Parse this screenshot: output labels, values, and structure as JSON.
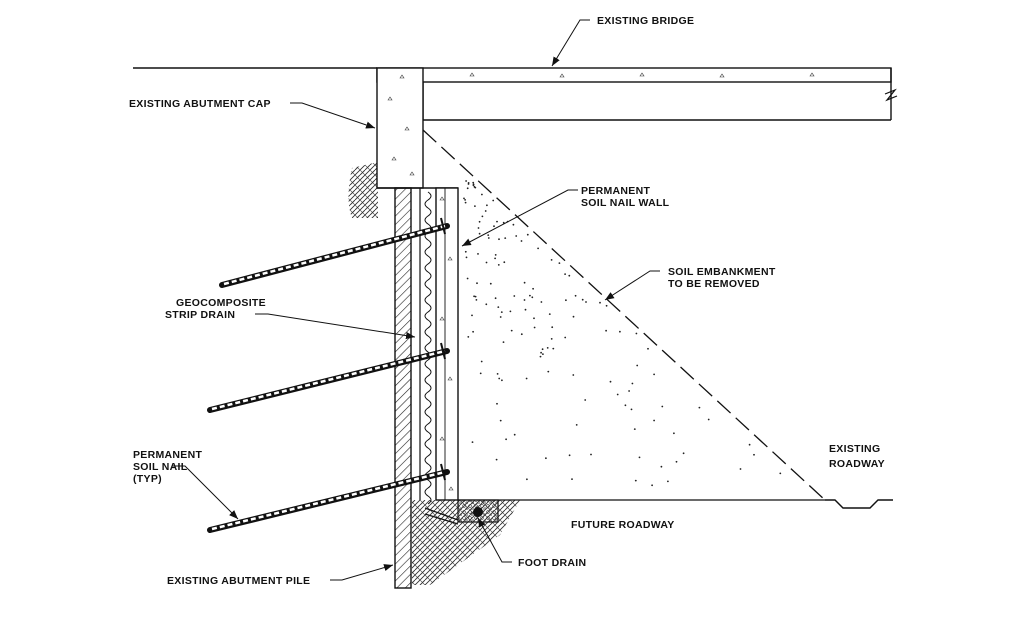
{
  "colors": {
    "line": "#111111",
    "fill": "#ffffff",
    "hatch": "#222222"
  },
  "labels": {
    "existing_bridge": "EXISTING BRIDGE",
    "existing_abutment_cap": "EXISTING ABUTMENT CAP",
    "permanent_soil_nail_wall": [
      "PERMANENT",
      "SOIL NAIL WALL"
    ],
    "soil_embankment": [
      "SOIL EMBANKMENT",
      "TO BE REMOVED"
    ],
    "geocomposite_strip_drain": [
      "GEOCOMPOSITE",
      "STRIP DRAIN"
    ],
    "existing_roadway": [
      "EXISTING",
      "ROADWAY"
    ],
    "permanent_soil_nail": [
      "PERMANENT",
      "SOIL NAIL",
      "(TYP)"
    ],
    "future_roadway": "FUTURE ROADWAY",
    "foot_drain": "FOOT DRAIN",
    "existing_abutment_pile": "EXISTING ABUTMENT PILE"
  }
}
